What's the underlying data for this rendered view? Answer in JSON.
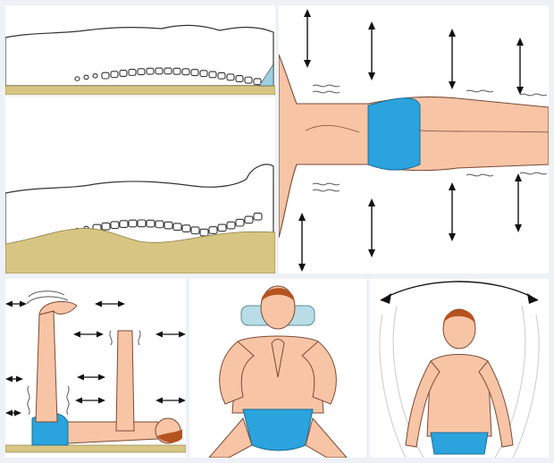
{
  "colors": {
    "skin": "#f7c4a6",
    "skin_shadow": "#e9a989",
    "outline": "#7a4a35",
    "shorts": "#2ba3dc",
    "hair": "#b5531e",
    "ground": "#d7c683",
    "ground_dots": "#b3a060",
    "vertebra": "#ffffff",
    "arrow": "#111111",
    "pillow": "#b8dde6",
    "background": "#eef1f6"
  },
  "panels": [
    {
      "id": "spine-flat-ground",
      "icon": "spine-cross-section"
    },
    {
      "id": "spine-uneven-ground",
      "icon": "spine-cross-section"
    },
    {
      "id": "body-lying-vibration",
      "icon": "lying-figure"
    },
    {
      "id": "legs-arms-raised-shaking",
      "icon": "exercise-figure"
    },
    {
      "id": "palms-pressed-pillow",
      "icon": "sitting-figure"
    },
    {
      "id": "sitting-body-swing",
      "icon": "sitting-figure"
    }
  ]
}
